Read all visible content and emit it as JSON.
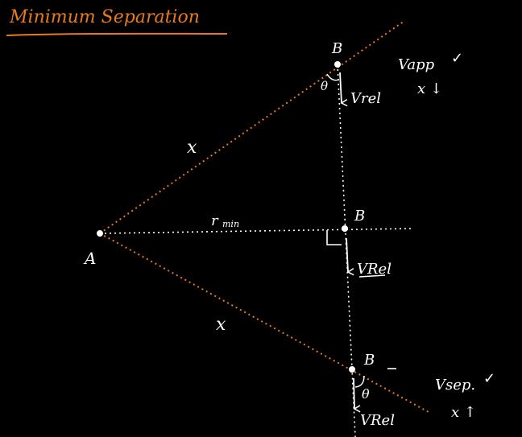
{
  "title": "Minimum Separation",
  "colors": {
    "background": "#000000",
    "ink": "#ffffff",
    "accent": "#e87a1e"
  },
  "points": {
    "a": "A",
    "b_top": "B",
    "b_mid": "B",
    "b_bottom": "B"
  },
  "labels": {
    "x_upper": "x",
    "x_lower": "x",
    "r_min": "r",
    "r_min_sub": "min",
    "theta_top": "θ",
    "theta_bottom": "θ",
    "v_rel_top": "Vrel",
    "v_rel_mid": "VRel",
    "v_rel_bottom": "VRel"
  },
  "notes": {
    "approach": "Vapp",
    "approach_check": "✓",
    "approach_trend": "x ↓",
    "separation": "Vsep.",
    "separation_check": "✓",
    "separation_trend": "x ↑"
  }
}
